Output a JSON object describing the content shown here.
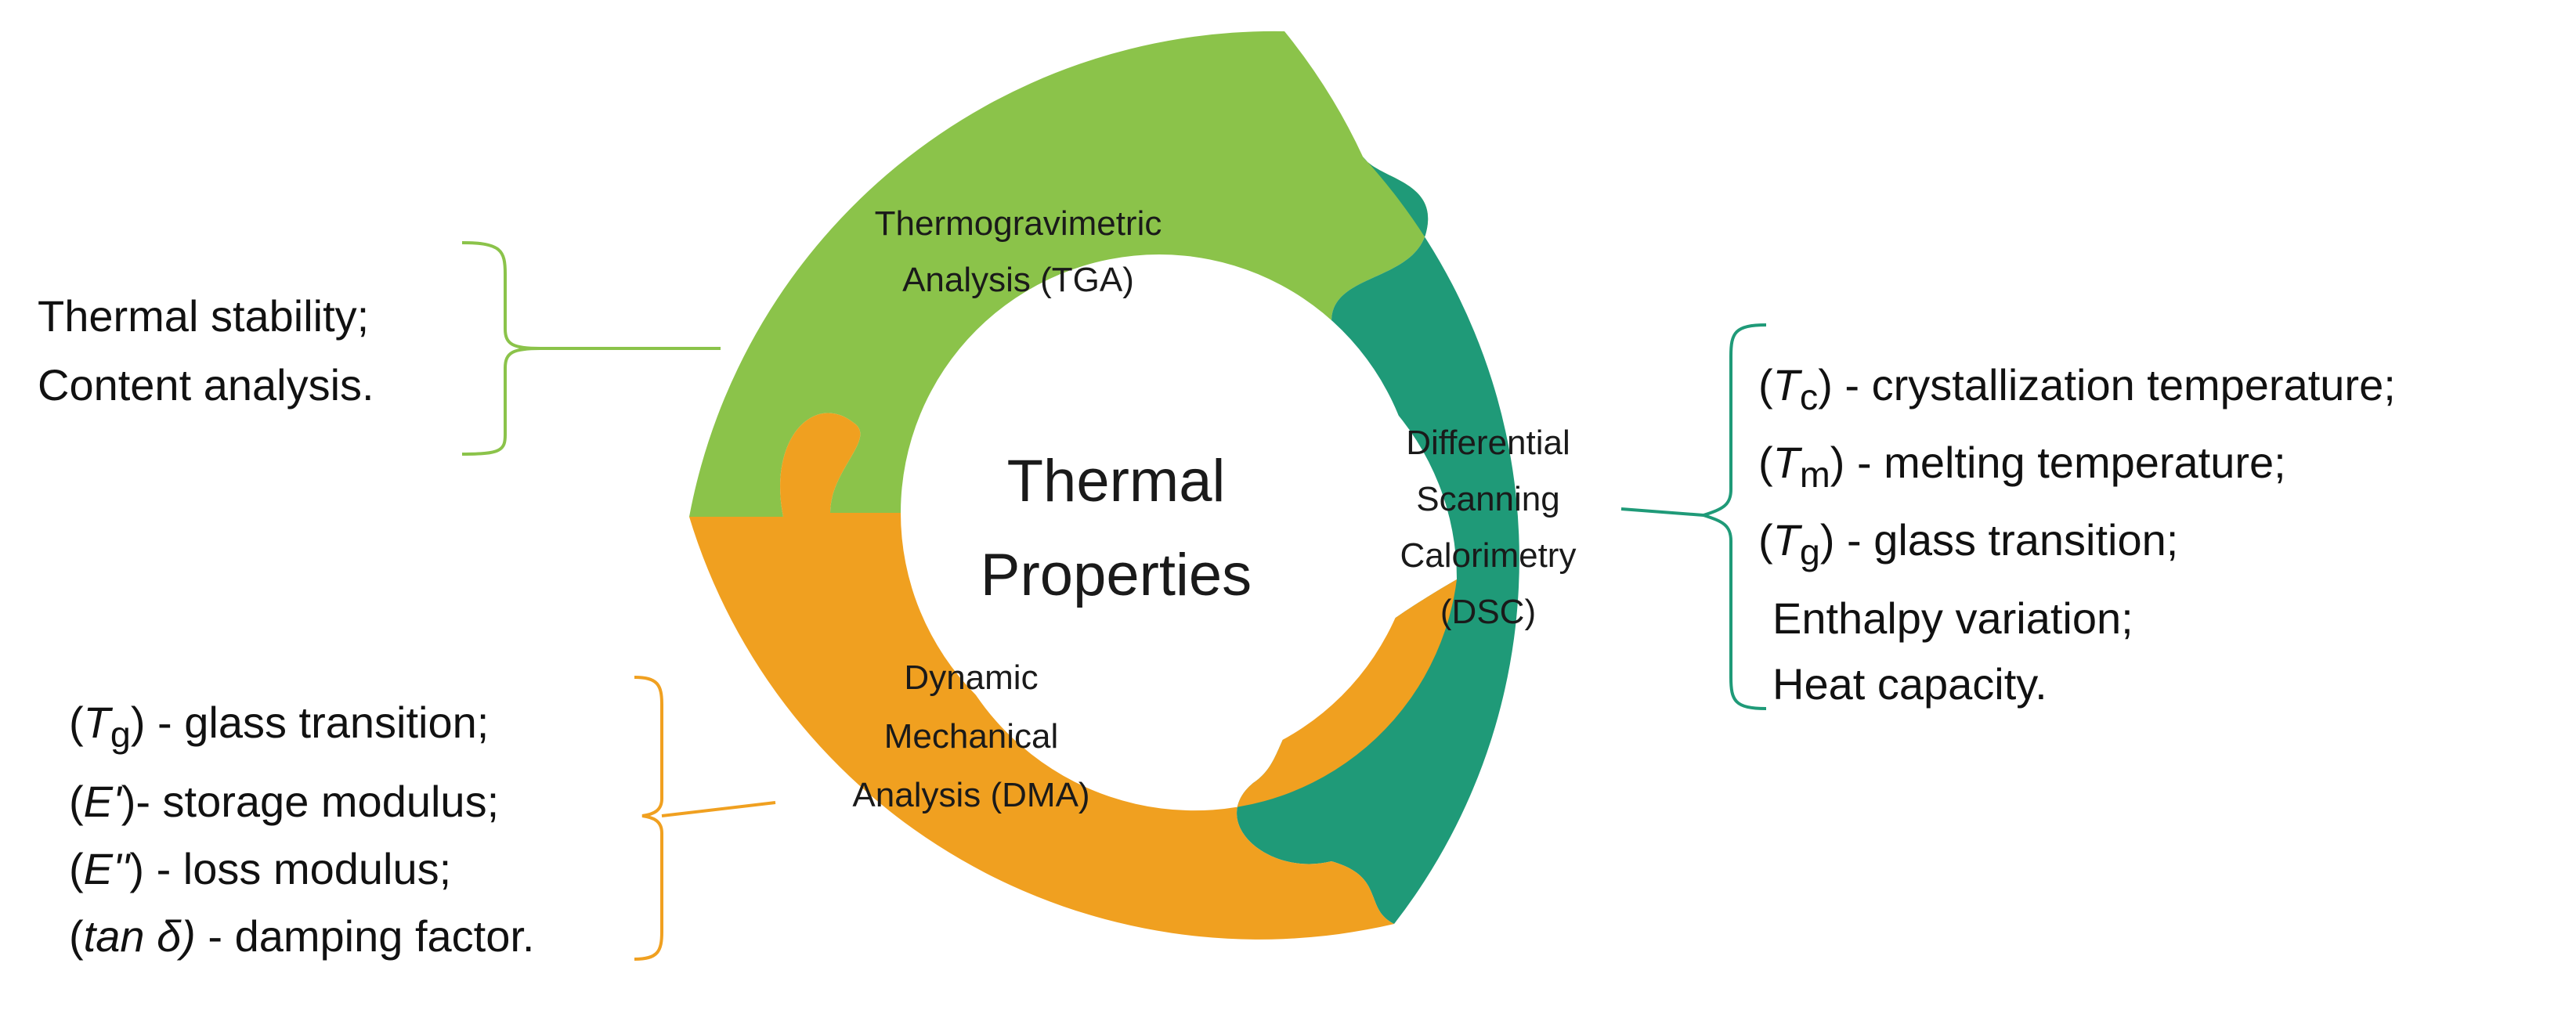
{
  "center": {
    "line1": "Thermal",
    "line2": "Properties"
  },
  "segments": {
    "tga": {
      "line1": "Thermogravimetric",
      "line2": "Analysis (TGA)",
      "color": "#8bc34a"
    },
    "dsc": {
      "line1": "Differential",
      "line2": "Scanning",
      "line3": "Calorimetry",
      "line4": "(DSC)",
      "color": "#1f9a78"
    },
    "dma": {
      "line1": "Dynamic",
      "line2": "Mechanical",
      "line3": "Analysis (DMA)",
      "color": "#f0a020"
    }
  },
  "tga_list": {
    "item1": "Thermal stability;",
    "item2": "Content analysis."
  },
  "dsc_list": {
    "item1": {
      "open": "(",
      "sym": "T",
      "sub": "c",
      "rest": ") - crystallization temperature;"
    },
    "item2": {
      "open": "(",
      "sym": "T",
      "sub": "m",
      "rest": ") - melting temperature;"
    },
    "item3": {
      "open": "(",
      "sym": "T",
      "sub": "g",
      "rest": ") - glass transition;"
    },
    "item4": "Enthalpy variation;",
    "item5": "Heat capacity."
  },
  "dma_list": {
    "item1": {
      "open": "(",
      "sym": "T",
      "sub": "g",
      "rest": ") - glass transition;"
    },
    "item2": {
      "open": "(",
      "sym": "E'",
      "rest": ")- storage modulus;"
    },
    "item3": {
      "open": "(",
      "sym": "E''",
      "rest": ") - loss modulus;"
    },
    "item4": {
      "open": "(",
      "sym": "tan δ)",
      "rest": " - damping factor."
    }
  }
}
